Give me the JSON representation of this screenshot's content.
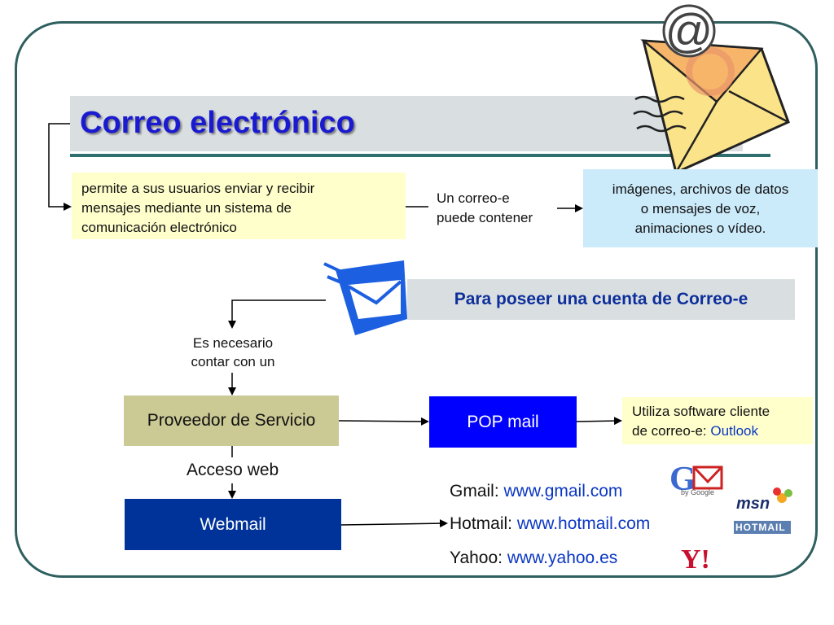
{
  "title": "Correo electrónico",
  "description": {
    "line1": "permite a sus usuarios enviar y recibir",
    "line2": "mensajes mediante un sistema de",
    "line3": "comunicación electrónico"
  },
  "contains_label": {
    "line1": "Un correo-e",
    "line2": "puede contener"
  },
  "contents": {
    "line1": "imágenes, archivos de datos",
    "line2": "o mensajes de voz,",
    "line3": "animaciones o vídeo."
  },
  "account_heading": "Para poseer una cuenta de Correo-e",
  "necessary_label": {
    "line1": "Es necesario",
    "line2": "contar con un"
  },
  "provider": "Proveedor de Servicio",
  "pop": "POP mail",
  "pop_note": {
    "line1": "Utiliza software cliente",
    "line2_prefix": "de correo-e: ",
    "line2_link": "Outlook"
  },
  "web_access": "Acceso web",
  "webmail": "Webmail",
  "webmail_links": [
    {
      "name": "Gmail: ",
      "url": "www.gmail.com"
    },
    {
      "name": "Hotmail: ",
      "url": "www.hotmail.com"
    },
    {
      "name": "Yahoo: ",
      "url": "www.yahoo.es"
    }
  ],
  "logos": {
    "gmail_sub": "by Google",
    "msn": "msn",
    "hotmail": "HOTMAIL",
    "yahoo": "Y!"
  },
  "colors": {
    "frame": "#2f5f5f",
    "title": "#1a1ad0",
    "yellow_box": "#ffffcc",
    "blue_box": "#cbeafa",
    "provider": "#cbc994",
    "pop": "#0000ff",
    "webmail": "#003399",
    "link": "#0a36c4"
  },
  "icons": [
    "envelope-at-icon",
    "envelope-flying-icon",
    "gmail-logo",
    "msn-hotmail-logo",
    "yahoo-logo"
  ]
}
